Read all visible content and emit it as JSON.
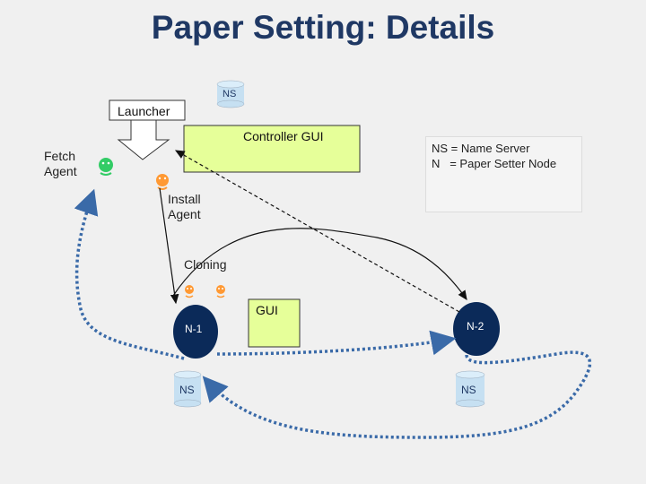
{
  "title": "Paper Setting: Details",
  "nodes": {
    "launcher": "Launcher",
    "controller_gui": "Controller GUI",
    "gui": "GUI",
    "n1": "N-1",
    "n2": "N-2",
    "ns_top": "NS",
    "ns_n1": "NS",
    "ns_n2": "NS"
  },
  "labels": {
    "fetch_agent": [
      "Fetch",
      "Agent"
    ],
    "install_agent": [
      "Install",
      "Agent"
    ],
    "cloning": "Cloning"
  },
  "legend": {
    "line1": "NS = Name Server",
    "line2": "N   = Paper Setter Node"
  },
  "colors": {
    "title": "#1f3864",
    "gui_fill": "#e6ff99",
    "node_fill": "#0b2a59",
    "ns_fill": "#c6e0f2",
    "dotted_arrow": "#3a6aa8",
    "agent_green": "#33cc66",
    "agent_orange": "#ff9933"
  }
}
